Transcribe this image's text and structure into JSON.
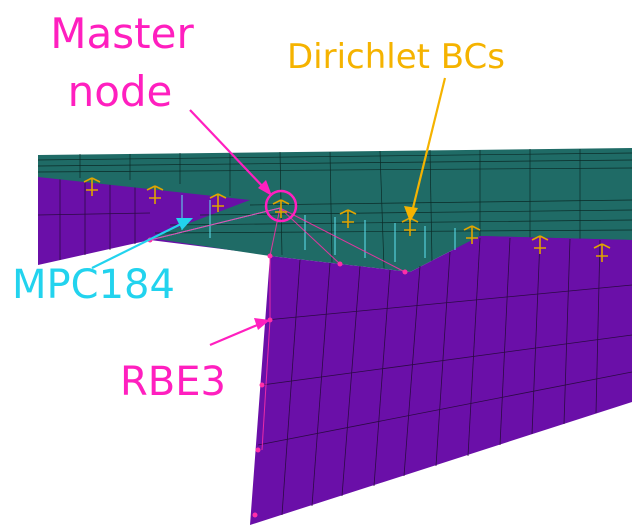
{
  "labels": {
    "master_node_line1": "Master",
    "master_node_line2": "node",
    "dirichlet": "Dirichlet BCs",
    "mpc": "MPC184",
    "rbe3": "RBE3"
  },
  "colors": {
    "background": "#ffffff",
    "plate": "#1f6b66",
    "plate_grid": "#0b2b28",
    "wall": "#6a0fa8",
    "wall_grid": "#2c0a45",
    "master_label": "#ff1fbf",
    "dirichlet_label": "#f5b300",
    "mpc_label": "#22d3ee",
    "rbe3_label": "#ff1fbf",
    "mpc_lines": "#5fe3f2",
    "rbe3_lines": "#ff2fa8",
    "bc_symbol": "#e0a400"
  }
}
